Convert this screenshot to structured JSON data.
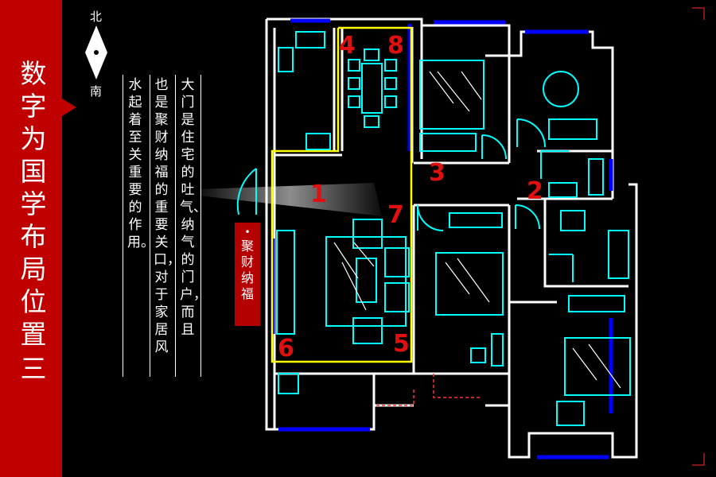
{
  "side_title": "数字为国学布局位置",
  "side_title_suffix": "三",
  "compass": {
    "north": "北",
    "south": "南"
  },
  "description_columns": [
    "大门是住宅的吐气、纳气的门户，而且",
    "也是聚财纳福的重要关口，对于家居风",
    "水起着至关重要的作用。"
  ],
  "tag": {
    "bullet": "•",
    "text": "聚财纳福"
  },
  "markers": [
    "1",
    "2",
    "3",
    "4",
    "5",
    "6",
    "7",
    "8"
  ],
  "colors": {
    "accent_red": "#c00000",
    "wall": "#ffffff",
    "fixtures": "#00ffff",
    "windows": "#0000ff",
    "highlight_zone": "#ffff00",
    "marker_red": "#e01010"
  }
}
